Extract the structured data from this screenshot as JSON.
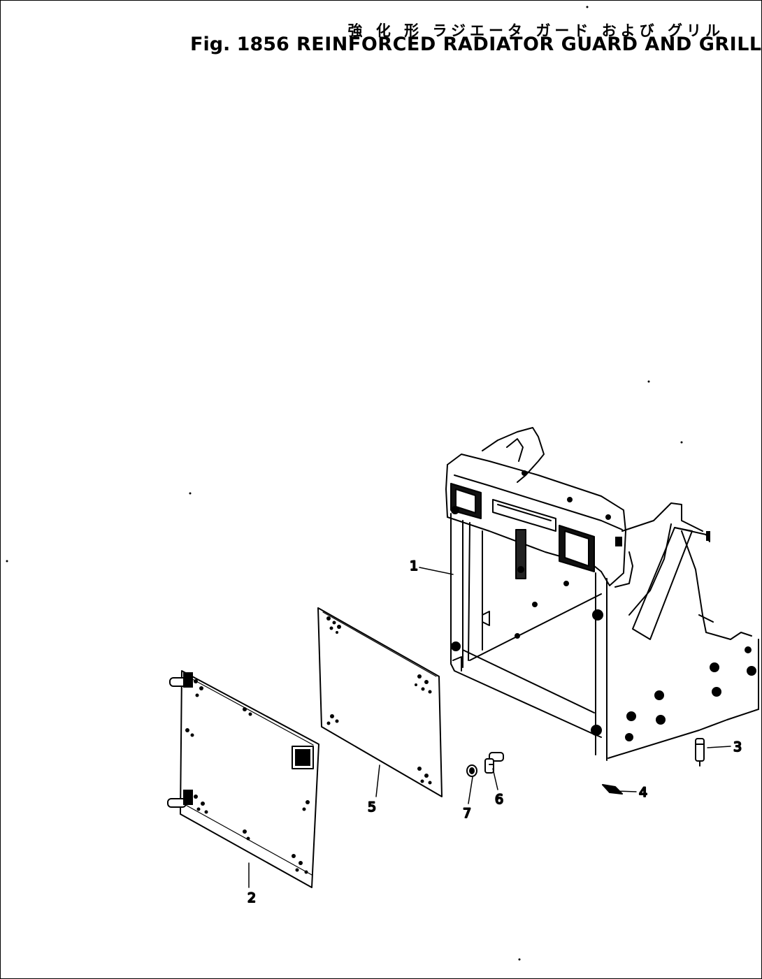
{
  "figure": {
    "title_jp": "強 化 形 ラジエータ ガード および グリル",
    "fig_number": "Fig. 1856",
    "title_en": "REINFORCED RADIATOR GUARD AND GRILLE"
  },
  "callouts": [
    {
      "number": "1"
    },
    {
      "number": "2"
    },
    {
      "number": "3"
    },
    {
      "number": "4"
    },
    {
      "number": "5"
    },
    {
      "number": "6"
    },
    {
      "number": "7"
    }
  ]
}
